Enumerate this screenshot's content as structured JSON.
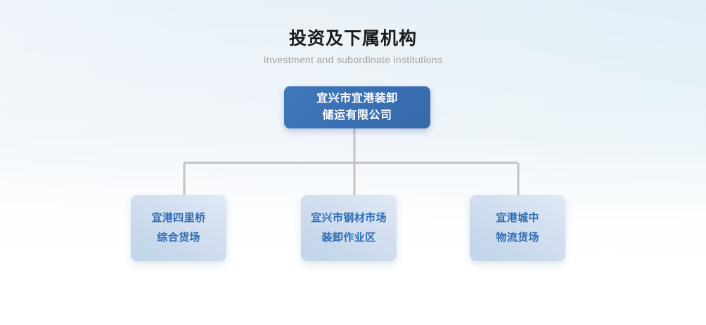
{
  "header": {
    "title": "投资及下属机构",
    "subtitle": "Investment and subordinate institutions"
  },
  "org_chart": {
    "root": {
      "line1": "宜兴市宜港装卸",
      "line2": "储运有限公司"
    },
    "children": [
      {
        "line1": "宜港四里桥",
        "line2": "综合货场"
      },
      {
        "line1": "宜兴市钢材市场",
        "line2": "装卸作业区"
      },
      {
        "line1": "宜港城中",
        "line2": "物流货场"
      }
    ]
  },
  "colors": {
    "root_background": "#3b72b5",
    "root_text": "#ffffff",
    "child_background": "#c9daec",
    "child_text": "#2d6cb5",
    "connector_line": "#c3c3c3",
    "title_text": "#1a1a1a",
    "subtitle_text": "#a3a3a3",
    "page_background": "#e9f1f8"
  }
}
